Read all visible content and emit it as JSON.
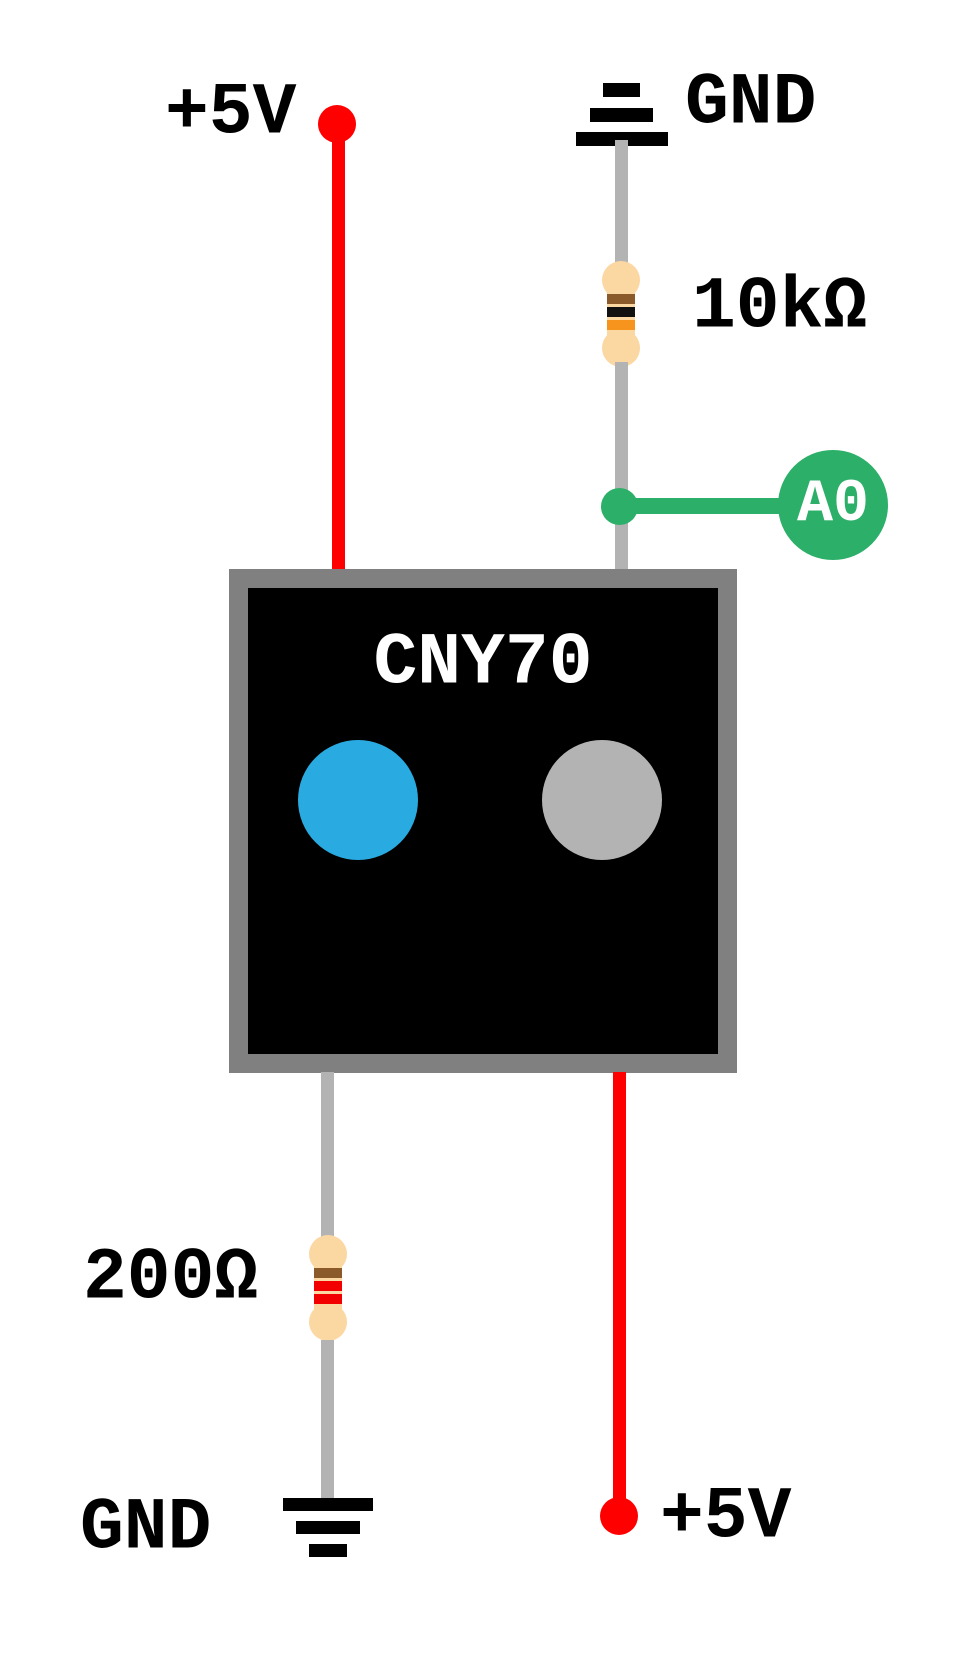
{
  "colors": {
    "wire_red": "#FF0000",
    "wire_gray": "#B3B3B3",
    "wire_green": "#2CAF68",
    "box_border": "#808080",
    "box_fill": "#000000",
    "window_blue": "#29ABE2",
    "window_gray": "#B3B3B3",
    "resistor_body": "#FBD7A1",
    "band_brown": "#8B5A2B",
    "band_black": "#111111",
    "band_orange": "#F7941D",
    "band_red": "#F20000",
    "ground_black": "#000000",
    "label_black": "#000000",
    "label_white": "#FFFFFF"
  },
  "diagram": {
    "top_left_supply": {
      "label": "+5V"
    },
    "top_right_ground": {
      "label": "GND"
    },
    "pullup_resistor": {
      "label": "10kΩ",
      "band_colors": [
        "brown",
        "black",
        "orange"
      ]
    },
    "analog_pin": {
      "label": "A0"
    },
    "sensor": {
      "label": "CNY70"
    },
    "series_resistor": {
      "label": "200Ω",
      "band_colors": [
        "brown",
        "red",
        "red"
      ]
    },
    "bottom_left_ground": {
      "label": "GND"
    },
    "bottom_right_supply": {
      "label": "+5V"
    }
  }
}
